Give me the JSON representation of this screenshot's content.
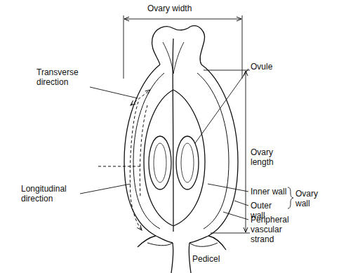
{
  "diagram": {
    "labels": [
      "Ovary width",
      "Transverse direction",
      "Ovule",
      "Ovary length",
      "Longitudinal direction",
      "Inner wall",
      "Outer wall",
      "Ovary wall",
      "Peripheral vascular strand",
      "Pedicel"
    ]
  }
}
